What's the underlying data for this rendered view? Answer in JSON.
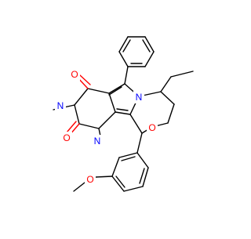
{
  "structure": {
    "atom_labels": {
      "o_carbonyl_top": "O",
      "o_carbonyl_bottom": "O",
      "n_imide": "N",
      "n_urea": "N",
      "n_pyrrole": "N",
      "o_ring": "O",
      "o_methoxy": "O"
    },
    "colors": {
      "bond": "#000000",
      "oxygen": "#ff0000",
      "nitrogen": "#0000ff",
      "background": "#ffffff"
    }
  }
}
